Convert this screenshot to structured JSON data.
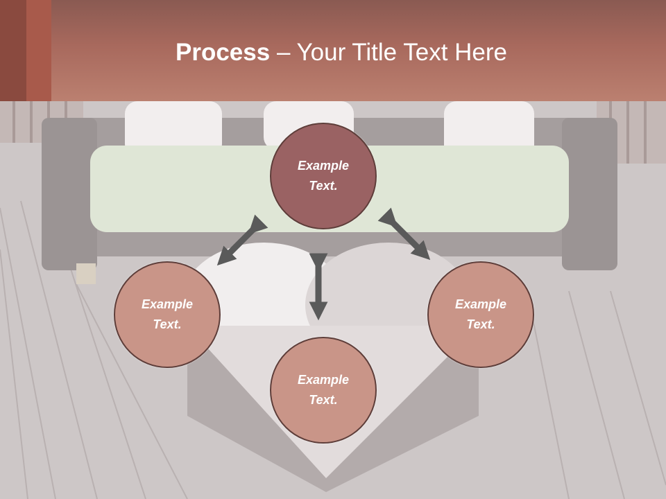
{
  "slide": {
    "title_bold": "Process",
    "title_rest": " – Your Title Text Here"
  },
  "diagram": {
    "nodes": {
      "top": "Example Text.",
      "left": "Example Text.",
      "right": "Example Text.",
      "bottom": "Example Text."
    },
    "colors": {
      "header": "#b07566",
      "node_primary": "#9a6263",
      "node_secondary": "#c99588",
      "arrow": "#5a5a5a"
    }
  }
}
